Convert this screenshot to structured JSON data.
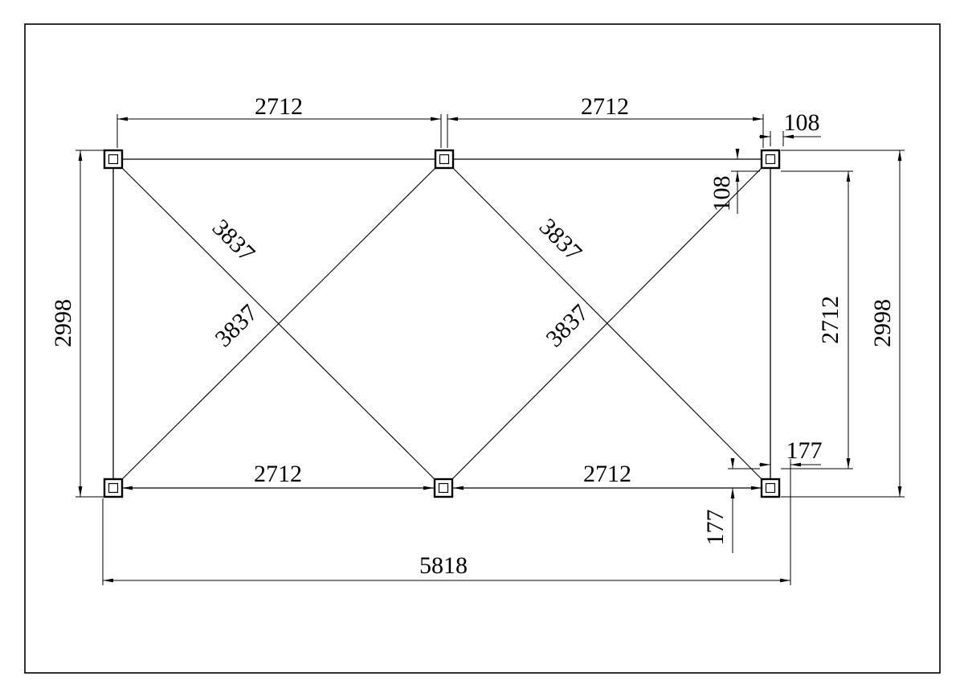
{
  "dims": {
    "top_span_left": "2712",
    "top_span_right": "2712",
    "top_right_offset_h": "108",
    "top_right_offset_v": "108",
    "left_height": "2998",
    "right_height": "2998",
    "right_inner_height": "2712",
    "diag_left_a": "3837",
    "diag_left_b": "3837",
    "diag_right_a": "3837",
    "diag_right_b": "3837",
    "bottom_span_left": "2712",
    "bottom_span_right": "2712",
    "bottom_right_offset_h": "177",
    "bottom_right_offset_v": "177",
    "overall_width": "5818"
  }
}
